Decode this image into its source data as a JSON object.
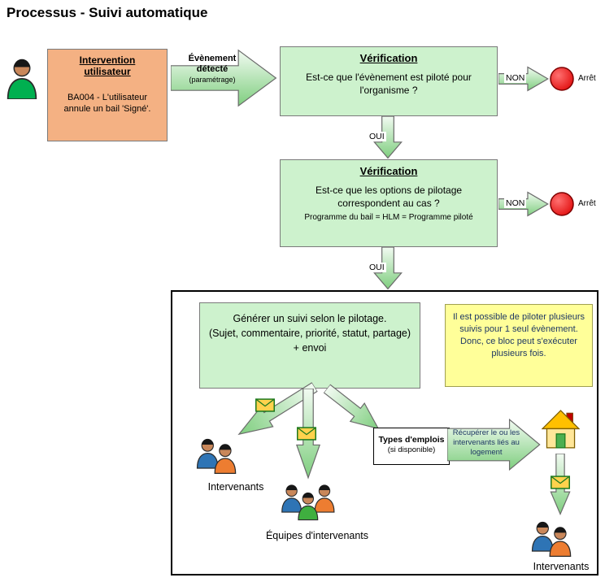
{
  "title": "Processus - Suivi automatique",
  "labels": {
    "non": "NON",
    "oui": "OUI",
    "arret": "Arrêt"
  },
  "user_box": {
    "title": "Intervention utilisateur",
    "body": "BA004 - L'utilisateur annule un bail 'Signé'."
  },
  "event_arrow": {
    "line1": "Évènement détecté",
    "line2": "(paramétrage)"
  },
  "verification1": {
    "title": "Vérification",
    "question": "Est-ce que l'évènement est piloté pour l'organisme ?"
  },
  "verification2": {
    "title": "Vérification",
    "question": "Est-ce que les options de pilotage correspondent au cas ?",
    "detail": "Programme du bail = HLM = Programme piloté"
  },
  "process_block": {
    "generate_box": {
      "line1": "Générer un suivi selon le pilotage.",
      "line2": "(Sujet, commentaire, priorité, statut, partage)",
      "line3": "+ envoi"
    },
    "note": {
      "line1": "Il est possible de piloter plusieurs suivis pour 1 seul évènement.",
      "line2": "Donc, ce bloc peut s'exécuter plusieurs fois."
    },
    "types_emplois": {
      "title": "Types d'emplois",
      "subtitle": "(si disponible)"
    },
    "recuperer": "Récupérer le ou les intervenants liés au logement",
    "intervenants_left": "Intervenants",
    "equipes": "Équipes d'intervenants",
    "intervenants_right": "Intervenants"
  },
  "colors": {
    "box_green": "#cdf2cd",
    "box_orange": "#f4b183",
    "note_yellow": "#ffff99",
    "stop_red": "#ff0000",
    "arrow_green": "#7fce7f",
    "note_text_blue": "#1f3864"
  }
}
